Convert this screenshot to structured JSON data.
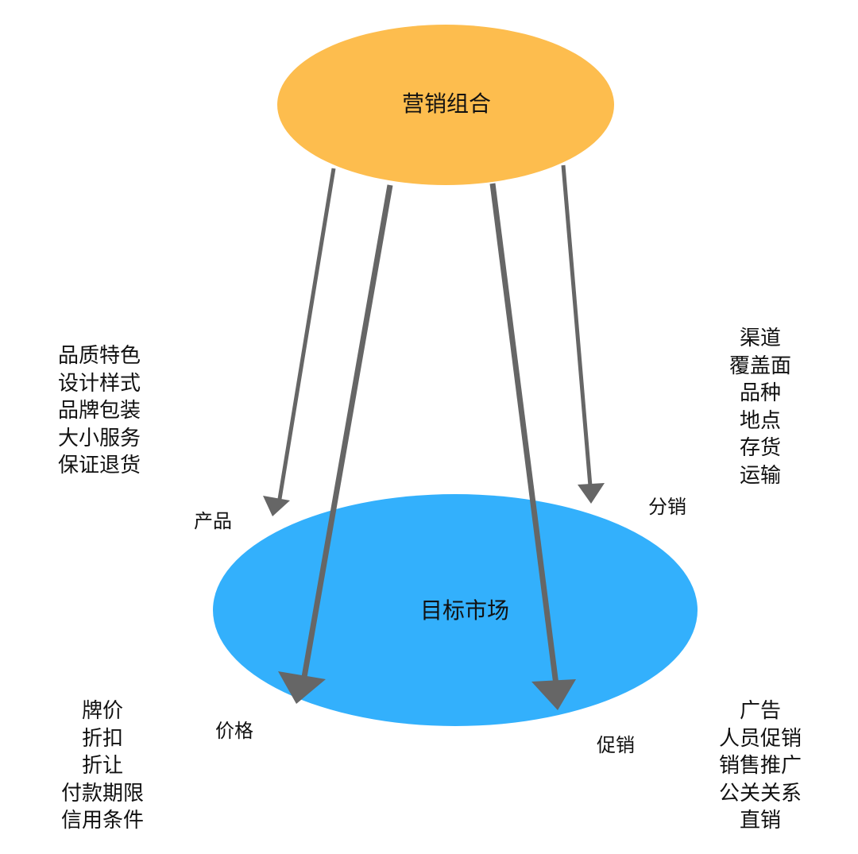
{
  "nodes": {
    "top": {
      "label": "营销组合",
      "color": "#FDBD4E"
    },
    "bottom": {
      "label": "目标市场",
      "color": "#33B0FC"
    }
  },
  "arrow_color": "#666666",
  "branches": {
    "product": {
      "label": "产品",
      "items": [
        "品质特色",
        "设计样式",
        "品牌包装",
        "大小服务",
        "保证退货"
      ]
    },
    "distribution": {
      "label": "分销",
      "items": [
        "渠道",
        "覆盖面",
        "品种",
        "地点",
        "存货",
        "运输"
      ]
    },
    "price": {
      "label": "价格",
      "items": [
        "牌价",
        "折扣",
        "折让",
        "付款期限",
        "信用条件"
      ]
    },
    "promotion": {
      "label": "促销",
      "items": [
        "广告",
        "人员促销",
        "销售推广",
        "公关关系",
        "直销"
      ]
    }
  }
}
